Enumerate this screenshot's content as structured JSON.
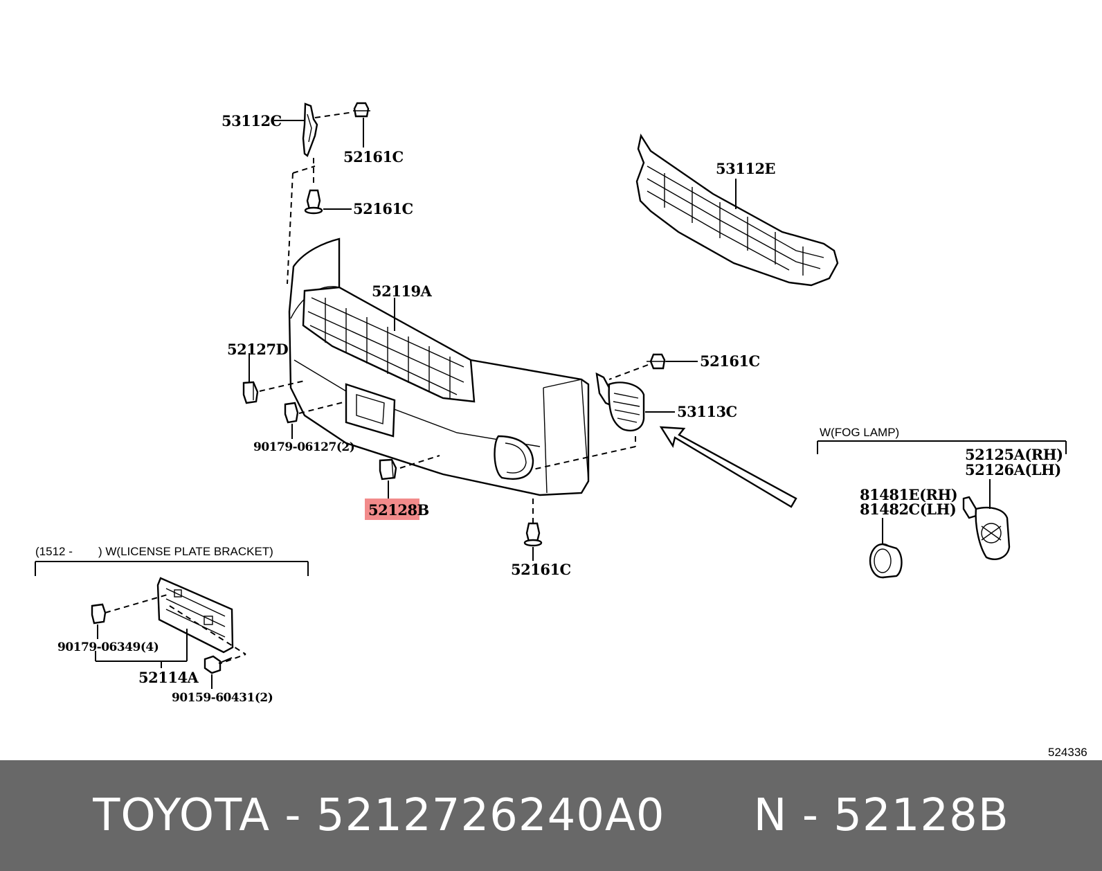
{
  "diagram_code": "524336",
  "labels": {
    "p53112C": "53112C",
    "p52161C_a": "52161C",
    "p52161C_b": "52161C",
    "p53112E": "53112E",
    "p52119A": "52119A",
    "p52127D": "52127D",
    "p52161C_c": "52161C",
    "p53113C": "53113C",
    "p90179_06127": "90179-06127(2)",
    "p52128B": "52128B",
    "p52161C_d": "52161C",
    "fog_note": "W(FOG LAMP)",
    "p52125A": "52125A(RH)",
    "p52126A": "52126A(LH)",
    "p81481E": "81481E(RH)",
    "p81482C": "81482C(LH)",
    "license_note_date": "(1512 -",
    "license_note_text": ") W(LICENSE PLATE BRACKET)",
    "p90179_06349": "90179-06349(4)",
    "p52114A": "52114A",
    "p90159_60431": "90159-60431(2)"
  },
  "highlighted_part": "52128B",
  "highlight_color": "#f28b8b",
  "footer": {
    "brand": "TOYOTA",
    "separator": " - ",
    "part_number": "5212726240A0",
    "diagram_prefix": "N",
    "diagram_part": "52128B"
  }
}
